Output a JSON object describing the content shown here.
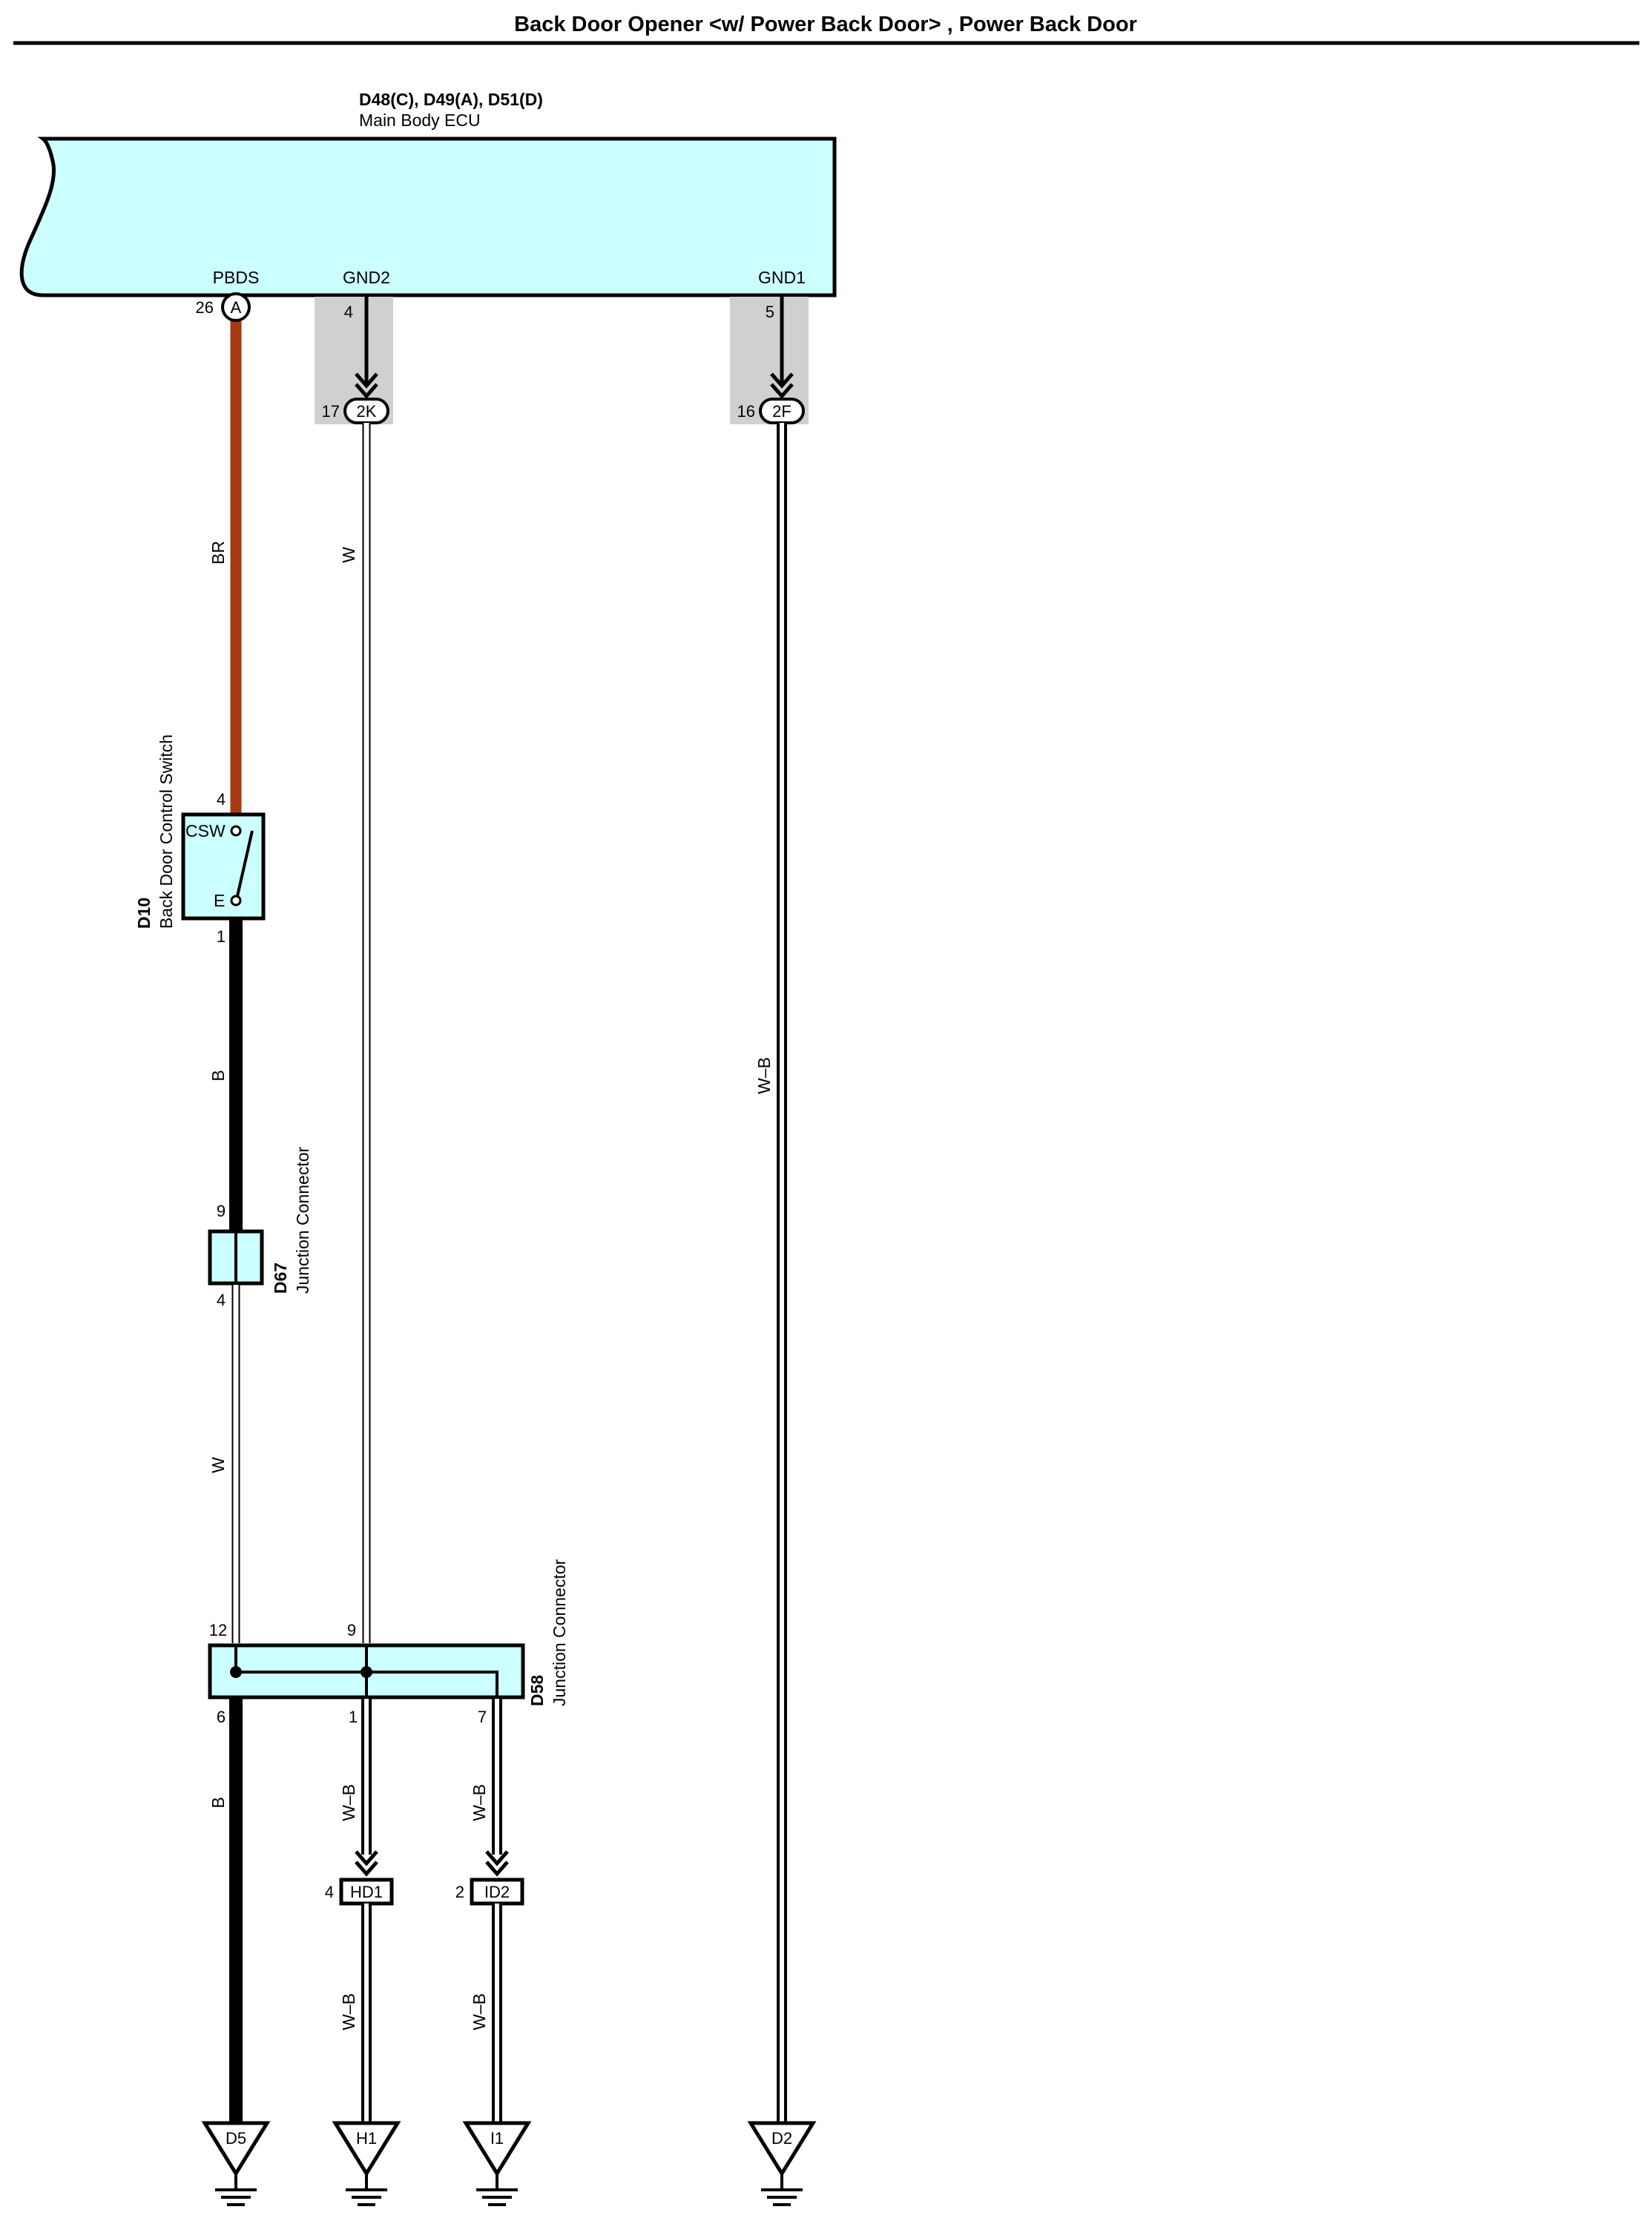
{
  "title": "Back Door Opener <w/ Power Back Door> , Power Back Door",
  "ecu": {
    "connectors": "D48(C), D49(A), D51(D)",
    "name": "Main Body ECU",
    "pins": {
      "pbds": {
        "label": "PBDS",
        "number": "26",
        "connector": "A"
      },
      "gnd2": {
        "label": "GND2",
        "number": "4"
      },
      "gnd1": {
        "label": "GND1",
        "number": "5"
      }
    }
  },
  "junctions": {
    "j2k": {
      "label": "2K",
      "pin": "17"
    },
    "j2f": {
      "label": "2F",
      "pin": "16"
    },
    "hd1": {
      "label": "HD1",
      "pin": "4"
    },
    "id2": {
      "label": "ID2",
      "pin": "2"
    }
  },
  "switch": {
    "code": "D10",
    "name": "Back Door Control Switch",
    "terminals": {
      "csw": "CSW",
      "e": "E"
    },
    "pins": {
      "top": "4",
      "bottom": "1"
    }
  },
  "d67": {
    "code": "D67",
    "name": "Junction Connector",
    "pins": {
      "top": "9",
      "bottom": "4"
    }
  },
  "d58": {
    "code": "D58",
    "name": "Junction Connector",
    "pins": {
      "p12": "12",
      "p9": "9",
      "p6": "6",
      "p1": "1",
      "p7": "7"
    }
  },
  "wires": {
    "br": "BR",
    "w_gnd2": "W",
    "wb_gnd1": "W–B",
    "b_upper": "B",
    "w_lower": "W",
    "b_lower": "B",
    "wb_1a": "W–B",
    "wb_7a": "W–B",
    "wb_1b": "W–B",
    "wb_7b": "W–B"
  },
  "grounds": {
    "d5": "D5",
    "h1": "H1",
    "i1": "I1",
    "d2": "D2"
  },
  "colors": {
    "ecu_fill": "#ccffff",
    "br_wire": "#a83a12",
    "shade": "#d0d0d0"
  }
}
